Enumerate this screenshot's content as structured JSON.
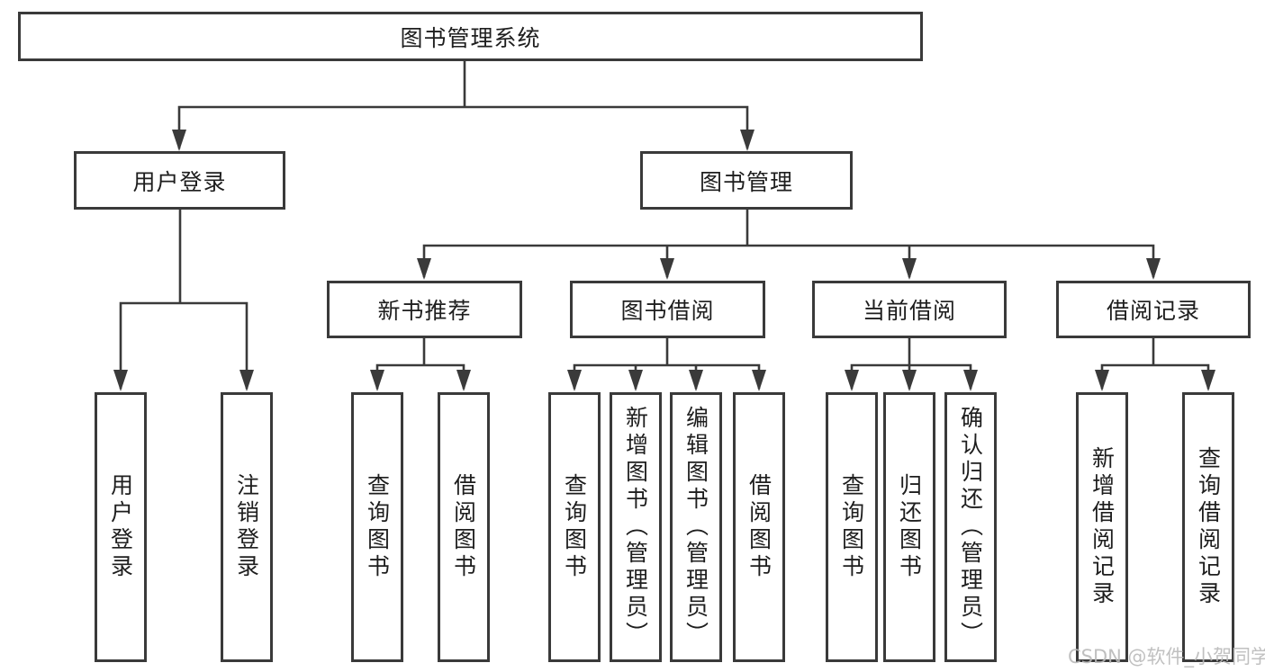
{
  "diagram": {
    "title": "图书管理系统",
    "branches": {
      "user": {
        "label": "用户登录",
        "children": [
          "用户登录",
          "注销登录"
        ]
      },
      "books": {
        "label": "图书管理",
        "sections": [
          {
            "label": "新书推荐",
            "children": [
              "查询图书",
              "借阅图书"
            ]
          },
          {
            "label": "图书借阅",
            "children": [
              "查询图书",
              "新增图书（管理员）",
              "编辑图书（管理员）",
              "借阅图书"
            ]
          },
          {
            "label": "当前借阅",
            "children": [
              "查询图书",
              "归还图书",
              "确认归还（管理员）"
            ]
          },
          {
            "label": "借阅记录",
            "children": [
              "新增借阅记录",
              "查询借阅记录"
            ]
          }
        ]
      }
    }
  },
  "watermark": "CSDN @软件_小贺同学",
  "colors": {
    "line": "#3a3a3a",
    "text": "#1e1e1e",
    "watermark": "#b9b9b9",
    "background": "#ffffff"
  }
}
